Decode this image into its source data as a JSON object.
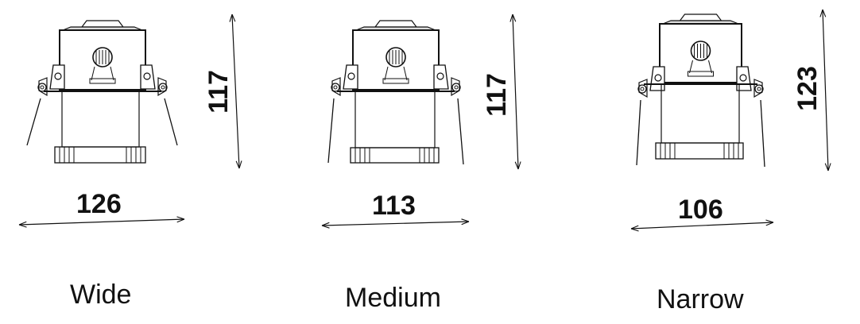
{
  "variants": [
    {
      "id": "wide",
      "name": "Wide",
      "width": "126",
      "height": "117"
    },
    {
      "id": "medium",
      "name": "Medium",
      "width": "113",
      "height": "117"
    },
    {
      "id": "narrow",
      "name": "Narrow",
      "width": "106",
      "height": "123"
    }
  ],
  "colors": {
    "line": "#111111",
    "background": "#ffffff"
  }
}
